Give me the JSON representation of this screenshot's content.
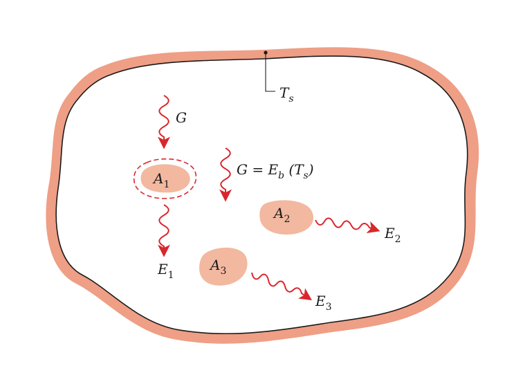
{
  "colors": {
    "enclosure_wall": "#ee9f85",
    "enclosure_inner": "#ffffff",
    "outline": "#1a1a1a",
    "body_fill": "#f2b8a0",
    "arrow_red": "#d9262b",
    "control_surface_dash": "#d9262b"
  },
  "icons": {
    "wavy_arrow": "wavy-radiation-arrow",
    "leader": "leader-line"
  },
  "labels": {
    "surface_temp": {
      "main": "T",
      "sub": "s"
    },
    "irradiation_G": {
      "main": "G"
    },
    "irradiation_eq": {
      "lhs": "G = E",
      "sub": "b",
      "rhs": " (T",
      "sub2": "s",
      "close": ")"
    },
    "A1": {
      "main": "A",
      "sub": "1"
    },
    "A2": {
      "main": "A",
      "sub": "2"
    },
    "A3": {
      "main": "A",
      "sub": "3"
    },
    "E1": {
      "main": "E",
      "sub": "1"
    },
    "E2": {
      "main": "E",
      "sub": "2"
    },
    "E3": {
      "main": "E",
      "sub": "3"
    }
  }
}
